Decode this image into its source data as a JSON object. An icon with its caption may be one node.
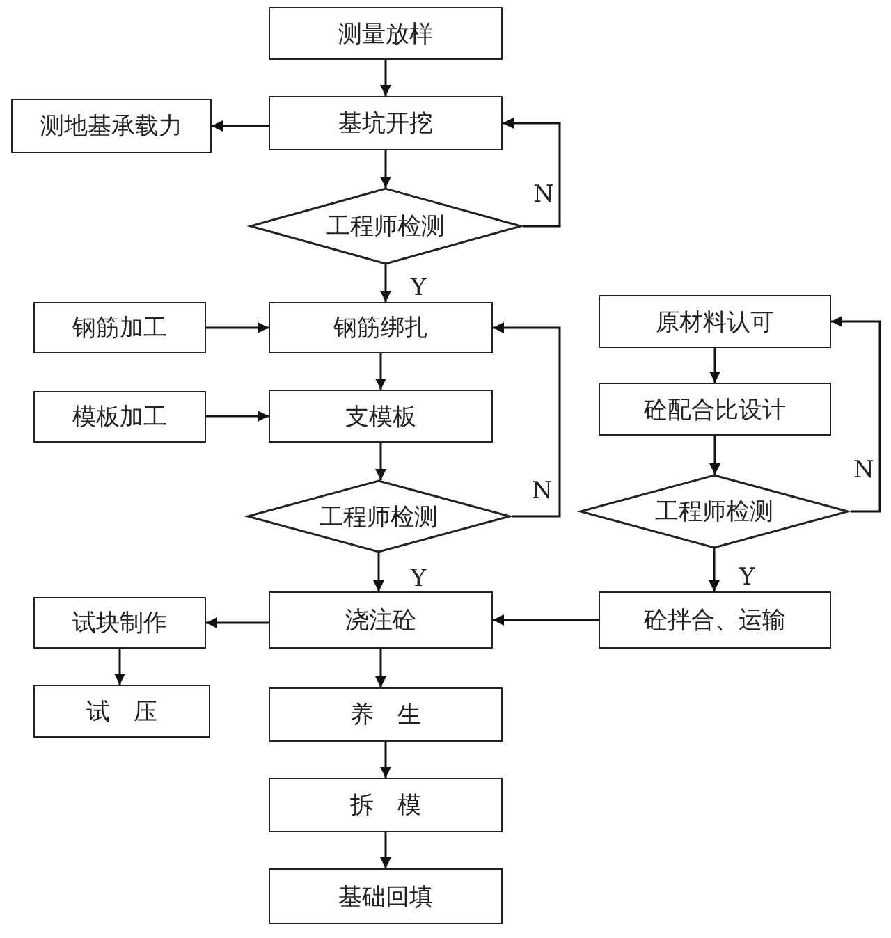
{
  "diagram": {
    "nodes": [
      {
        "text": [
          "测量放样"
        ]
      },
      {
        "text": [
          "测地基承载力"
        ]
      },
      {
        "text": [
          "基坑开挖"
        ]
      },
      {
        "text": [
          "工程师检测"
        ]
      },
      {
        "text": [
          "钢筋加工"
        ]
      },
      {
        "text": [
          "钢筋绑扎"
        ]
      },
      {
        "text": [
          "原材料认可"
        ]
      },
      {
        "text": [
          "模板加工"
        ]
      },
      {
        "text": [
          "支模板"
        ]
      },
      {
        "text": [
          "砼配合比设计"
        ]
      },
      {
        "text": [
          "工程师检测"
        ]
      },
      {
        "text": [
          "工程师检测"
        ]
      },
      {
        "text": [
          "试块制作"
        ]
      },
      {
        "text": [
          "浇注砼"
        ]
      },
      {
        "text": [
          "砼拌合、运输"
        ]
      },
      {
        "text": [
          "试　压"
        ]
      },
      {
        "text": [
          "养　生"
        ]
      },
      {
        "text": [
          "拆　模"
        ]
      },
      {
        "text": [
          "基础回填"
        ]
      }
    ],
    "edges": [
      {
        "from": 0,
        "to": 2,
        "arrow": "to"
      },
      {
        "from": 2,
        "to": 1,
        "arrow": "to"
      },
      {
        "from": 2,
        "to": 3,
        "arrow": "to"
      },
      {
        "from": 3,
        "to": 2,
        "arrow": "to",
        "label": "N"
      },
      {
        "from": 3,
        "to": 5,
        "arrow": "to",
        "label": "Y"
      },
      {
        "from": 4,
        "to": 5,
        "arrow": "to"
      },
      {
        "from": 5,
        "to": 8,
        "arrow": "to"
      },
      {
        "from": 7,
        "to": 8,
        "arrow": "to"
      },
      {
        "from": 8,
        "to": 10,
        "arrow": "to"
      },
      {
        "from": 10,
        "to": 5,
        "arrow": "to",
        "label": "N"
      },
      {
        "from": 10,
        "to": 13,
        "arrow": "to",
        "label": "Y"
      },
      {
        "from": 6,
        "to": 9,
        "arrow": "to"
      },
      {
        "from": 9,
        "to": 11,
        "arrow": "to"
      },
      {
        "from": 11,
        "to": 6,
        "arrow": "to",
        "label": "N"
      },
      {
        "from": 11,
        "to": 14,
        "arrow": "to",
        "label": "Y"
      },
      {
        "from": 14,
        "to": 13,
        "arrow": "to"
      },
      {
        "from": 13,
        "to": 12,
        "arrow": "to"
      },
      {
        "from": 12,
        "to": 15,
        "arrow": "to"
      },
      {
        "from": 13,
        "to": 16,
        "arrow": "to"
      },
      {
        "from": 16,
        "to": 17,
        "arrow": "to"
      },
      {
        "from": 17,
        "to": 18,
        "arrow": "to"
      }
    ]
  }
}
